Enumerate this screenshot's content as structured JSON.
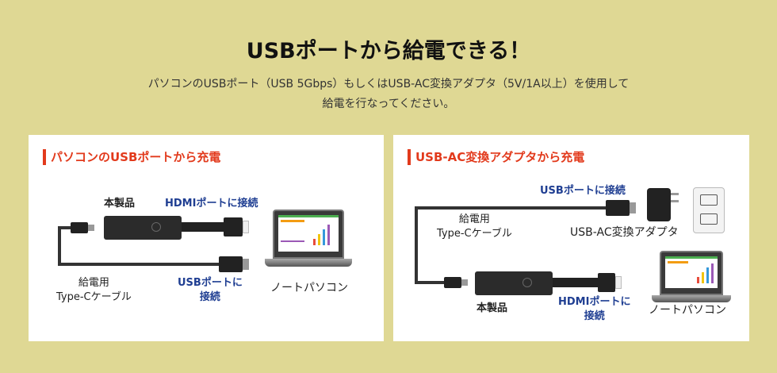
{
  "header": {
    "title": "USBポートから給電できる！",
    "description_line1": "パソコンのUSBポート（USB 5Gbps）もしくはUSB-AC変換アダプタ（5V/1A以上）を使用して",
    "description_line2": "給電を行なってください。"
  },
  "panels": [
    {
      "title": "パソコンのUSBポートから充電",
      "product_label": "本製品",
      "hdmi_label": "HDMIポートに接続",
      "cable_label_1": "給電用",
      "cable_label_2": "Type-Cケーブル",
      "usb_label_1": "USBポートに",
      "usb_label_2": "接続",
      "laptop_label": "ノートパソコン"
    },
    {
      "title": "USB-AC変換アダプタから充電",
      "usb_label": "USBポートに接続",
      "cable_label_1": "給電用",
      "cable_label_2": "Type-Cケーブル",
      "adapter_label": "USB-AC変換アダプタ",
      "product_label": "本製品",
      "hdmi_label_1": "HDMIポートに",
      "hdmi_label_2": "接続",
      "laptop_label": "ノートパソコン"
    }
  ],
  "colors": {
    "background": "#dfd894",
    "accent_red": "#e23a1c",
    "label_blue": "#1f3e92"
  }
}
